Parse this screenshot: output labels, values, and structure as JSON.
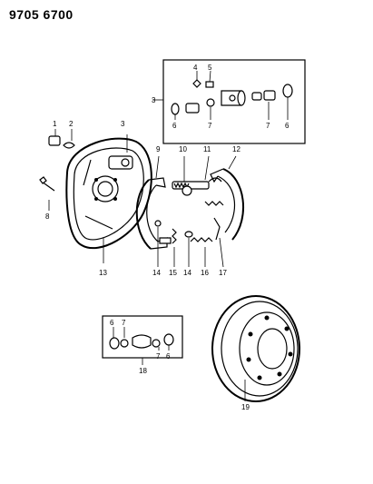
{
  "header": {
    "code": "9705 6700"
  },
  "callouts": {
    "n1": "1",
    "n2": "2",
    "n3a": "3",
    "n3b": "3",
    "n4": "4",
    "n5": "5",
    "n6a": "6",
    "n6b": "6",
    "n6c": "6",
    "n6d": "6",
    "n7a": "7",
    "n7b": "7",
    "n7c": "7",
    "n7d": "7",
    "n8": "8",
    "n9": "9",
    "n10": "10",
    "n11": "11",
    "n12": "12",
    "n13": "13",
    "n14a": "14",
    "n14b": "14",
    "n15": "15",
    "n16": "16",
    "n17": "17",
    "n18": "18",
    "n19": "19"
  }
}
